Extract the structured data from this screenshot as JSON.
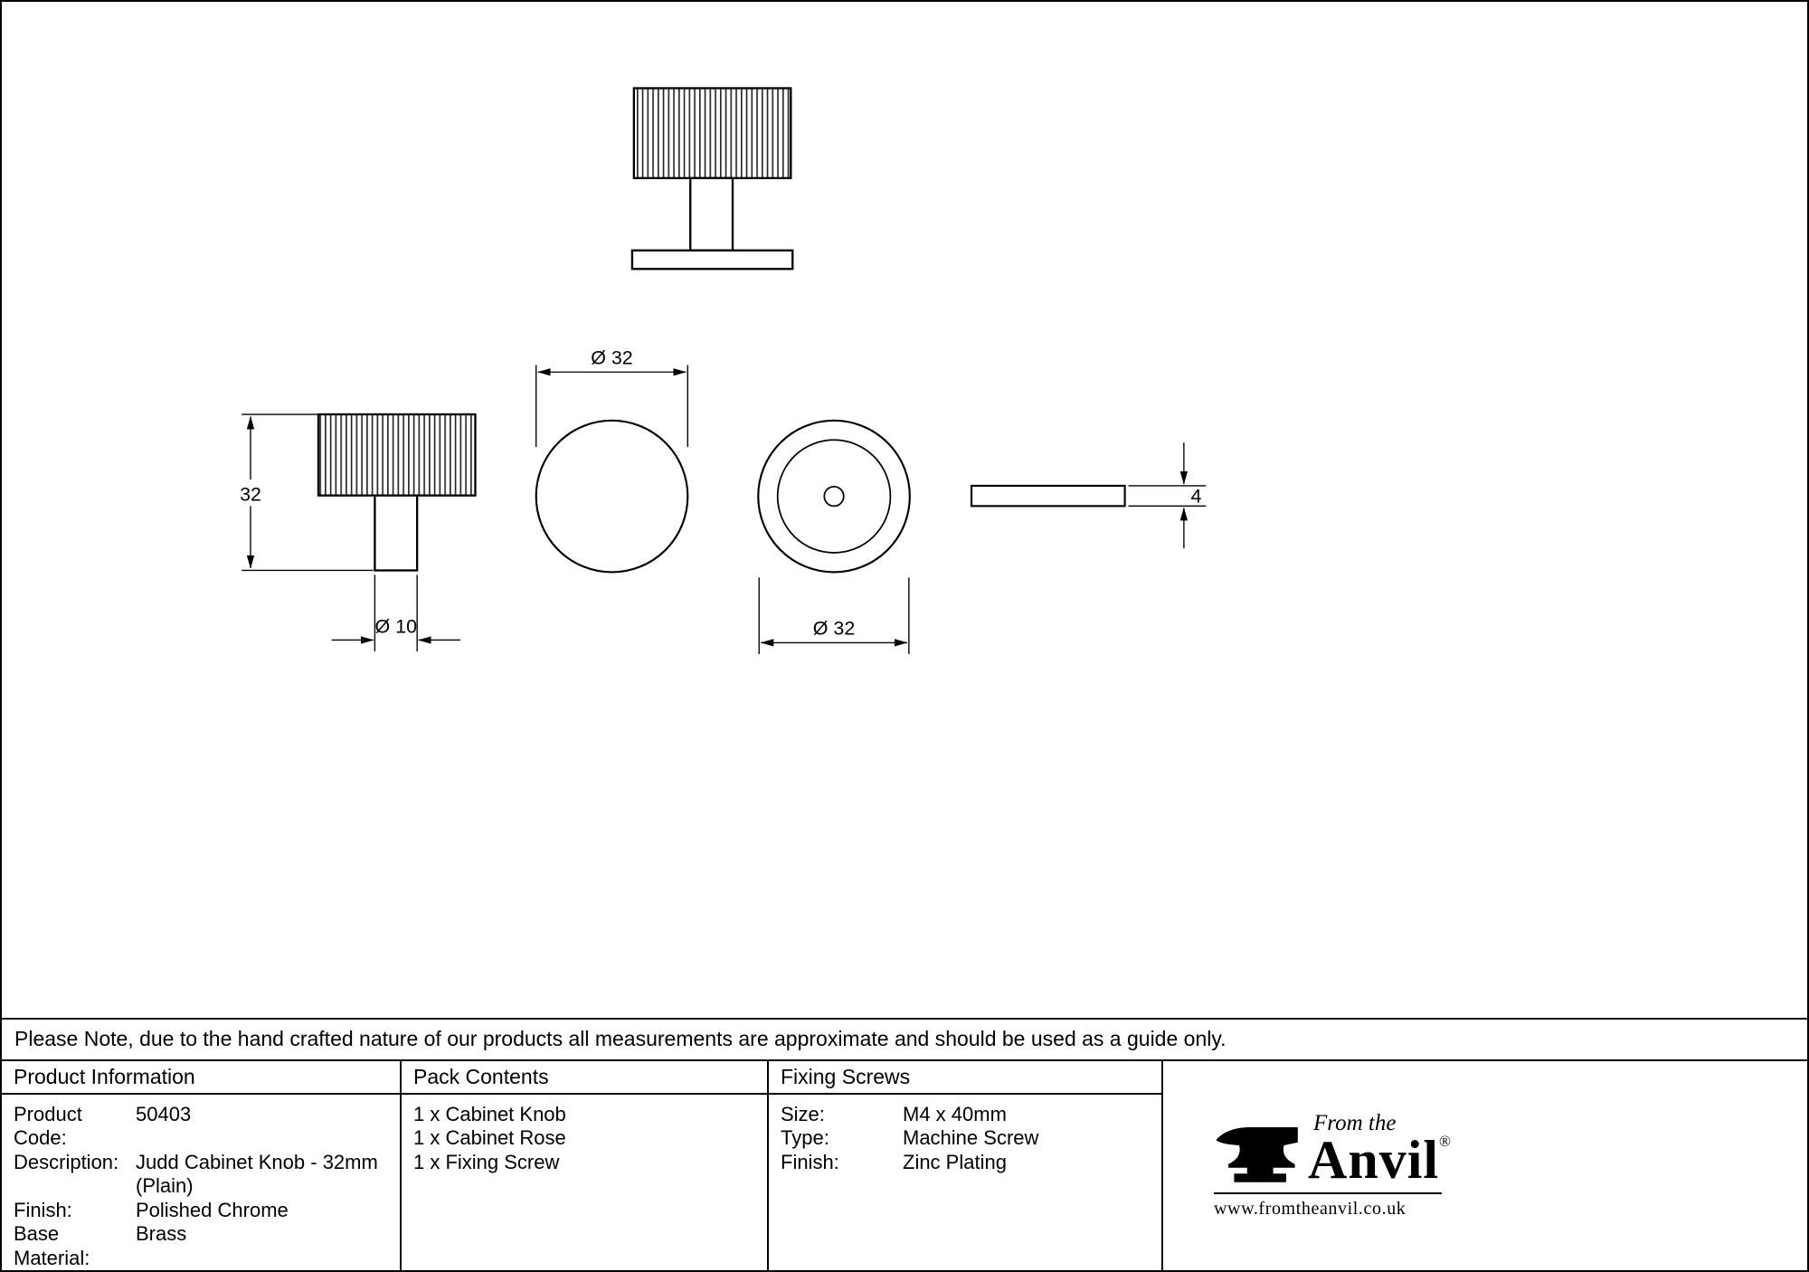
{
  "note": "Please Note, due to the hand crafted nature of our products all measurements are approximate and should be used as a guide only.",
  "dimensions": {
    "side_height": "32",
    "stem_diameter": "Ø 10",
    "front_diameter": "Ø 32",
    "back_diameter": "Ø 32",
    "rose_thickness": "4"
  },
  "product_information": {
    "header": "Product Information",
    "product_code_label": "Product Code:",
    "product_code": "50403",
    "description_label": "Description:",
    "description_line1": "Judd Cabinet Knob - 32mm",
    "description_line2": "(Plain)",
    "finish_label": "Finish:",
    "finish": "Polished Chrome",
    "base_material_label": "Base Material:",
    "base_material": "Brass"
  },
  "pack_contents": {
    "header": "Pack Contents",
    "items": [
      "1 x Cabinet Knob",
      "1 x Cabinet Rose",
      "1 x Fixing Screw"
    ]
  },
  "fixing_screws": {
    "header": "Fixing Screws",
    "size_label": "Size:",
    "size": "M4 x 40mm",
    "type_label": "Type:",
    "type": "Machine Screw",
    "finish_label": "Finish:",
    "finish": "Zinc Plating"
  },
  "logo": {
    "tagline": "From the",
    "brand": "Anvil",
    "registered": "®",
    "website": "www.fromtheanvil.co.uk"
  }
}
